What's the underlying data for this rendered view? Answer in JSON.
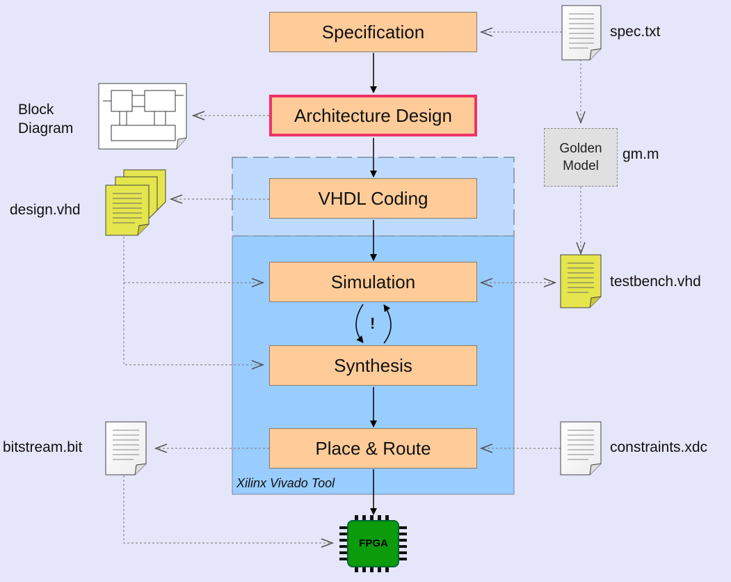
{
  "steps": {
    "specification": "Specification",
    "architecture": "Architecture Design",
    "vhdl": "VHDL Coding",
    "simulation": "Simulation",
    "synthesis": "Synthesis",
    "place_route": "Place & Route"
  },
  "files": {
    "spec": "spec.txt",
    "block_diagram_line1": "Block",
    "block_diagram_line2": "Diagram",
    "design": "design.vhd",
    "golden_model_file": "gm.m",
    "testbench": "testbench.vhd",
    "bitstream": "bitstream.bit",
    "constraints": "constraints.xdc"
  },
  "golden_model": {
    "line1": "Golden",
    "line2": "Model"
  },
  "tool_label": "Xilinx Vivado Tool",
  "iteration_mark": "!",
  "chip_label": "FPGA",
  "colors": {
    "background": "#e6e6fa",
    "step_fill": "#ffcc99",
    "highlight_border": "#ee3366",
    "tool_region": "#99ccff",
    "vhdl_region": "#bfdaff",
    "source_file": "#e5e54d",
    "chip": "#0b9b0b"
  }
}
